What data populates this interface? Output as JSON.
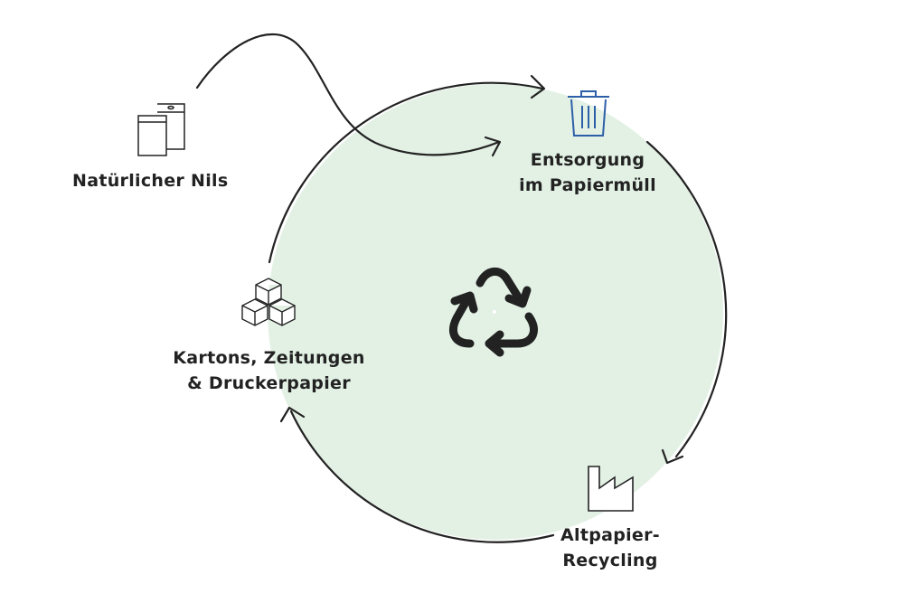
{
  "colors": {
    "circle_fill": "#e3f1e5",
    "stroke": "#222222",
    "trash": "#2d5fa8"
  },
  "nodes": {
    "source": {
      "label": "Natürlicher Nils",
      "icon": "pouch-bags-icon"
    },
    "disposal": {
      "line1": "Entsorgung",
      "line2": "im Papiermüll",
      "icon": "trash-can-icon"
    },
    "recycling": {
      "line1": "Altpapier-",
      "line2": "Recycling",
      "icon": "factory-icon"
    },
    "products": {
      "line1": "Kartons, Zeitungen",
      "line2": "& Druckerpapier",
      "icon": "stacked-boxes-icon"
    },
    "center": {
      "icon": "recycle-icon"
    }
  }
}
